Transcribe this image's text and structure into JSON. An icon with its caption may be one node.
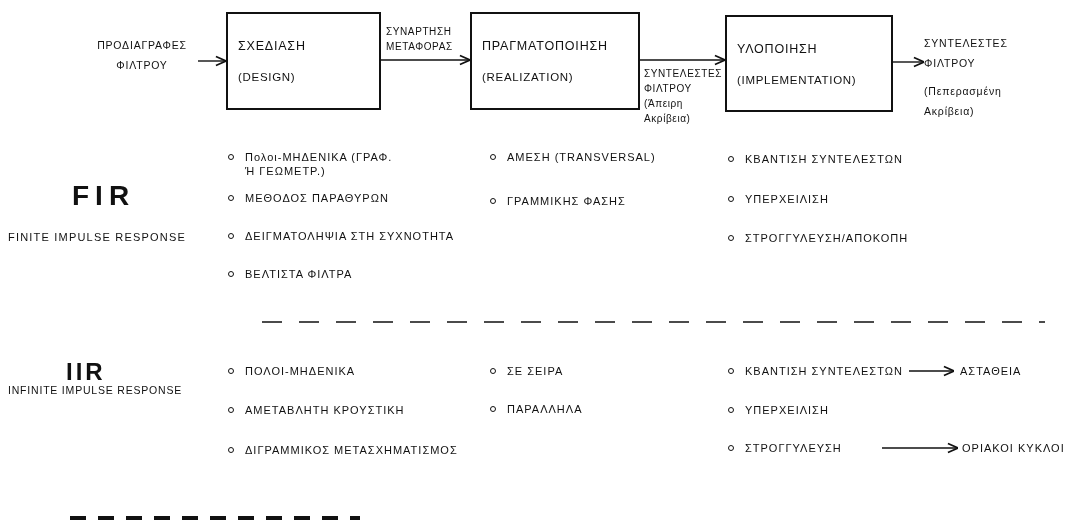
{
  "diagram": {
    "nodes": [
      {
        "text": [
          "ΠΡΟΔΙΑΓΡΑΦΕΣ ΦΙΛΤΡΟΥ"
        ]
      },
      {
        "text": [
          "ΣΧΕΔΙΑΣΗ",
          "(DESIGN)"
        ]
      },
      {
        "text": [
          "ΠΡΑΓΜΑΤΟΠΟΙΗΣΗ",
          "(REALIZATION)"
        ]
      },
      {
        "text": [
          "ΥΛΟΠΟΙΗΣΗ",
          "(IMPLEMENTATION)"
        ]
      },
      {
        "text": [
          "ΣΥΝΤΕΛΕΣΤΕΣ ΦΙΛΤΡΟΥ",
          "(Πεπερασμένη Ακρίβεια)"
        ]
      },
      {
        "text": [
          "ΚΒΑΝΤΙΣΗ ΣΥΝΤΕΛΕΣΤΩΝ"
        ]
      },
      {
        "text": [
          "ΑΣΤΑΘΕΙΑ"
        ]
      },
      {
        "text": [
          "ΣΤΡΟΓΓΥΛΕΥΣΗ"
        ]
      },
      {
        "text": [
          "ΟΡΙΑΚΟΙ ΚΥΚΛΟΙ"
        ]
      }
    ],
    "edges": [
      {
        "from": 0,
        "to": 1,
        "arrow": "to"
      },
      {
        "from": 1,
        "to": 2,
        "arrow": "to",
        "label": "ΣΥΝΑΡΤΗΣΗ ΜΕΤΑΦΟΡΑΣ"
      },
      {
        "from": 2,
        "to": 3,
        "arrow": "to",
        "label": "ΣΥΝΤΕΛΕΣΤΕΣ ΦΙΛΤΡΟΥ (Άπειρη Ακρίβεια)"
      },
      {
        "from": 3,
        "to": 4,
        "arrow": "to"
      },
      {
        "from": 5,
        "to": 6,
        "arrow": "to"
      },
      {
        "from": 7,
        "to": 8,
        "arrow": "to"
      }
    ],
    "labels": [
      "FIR",
      "FINITE IMPULSE RESPONSE",
      "Πολοι-ΜΗΔΕΝΙΚΑ (ΓΡΑΦ. Ή ΓΕΩΜΕΤΡ.)",
      "ΑΜΕΣΗ (TRANSVERSAL)",
      "ΚΒΑΝΤΙΣΗ ΣΥΝΤΕΛΕΣΤΩΝ",
      "ΜΕΘΟΔΟΣ ΠΑΡΑΘΥΡΩΝ",
      "ΓΡΑΜΜΙΚΗΣ ΦΑΣΗΣ",
      "ΥΠΕΡΧΕΙΛΙΣΗ",
      "ΔΕΙΓΜΑΤΟΛΗΨΙΑ ΣΤΗ ΣΥΧΝΟΤΗΤΑ",
      "ΣΤΡΟΓΓΥΛΕΥΣΗ/ΑΠΟΚΟΠΗ",
      "ΒΕΛΤΙΣΤΑ ΦΙΛΤΡΑ",
      "IIR",
      "INFINITE IMPULSE RESPONSE",
      "ΠΟΛΟΙ-ΜΗΔΕΝΙΚΑ",
      "ΣΕ ΣΕΙΡΑ",
      "ΑΜΕΤΑΒΛΗΤΗ ΚΡΟΥΣΤΙΚΗ",
      "ΠΑΡΑΛΛΗΛΑ",
      "ΥΠΕΡΧΕΙΛΙΣΗ",
      "ΔΙΓΡΑΜΜΙΚΟΣ ΜΕΤΑΣΧΗΜΑΤΙΣΜΟΣ"
    ]
  }
}
